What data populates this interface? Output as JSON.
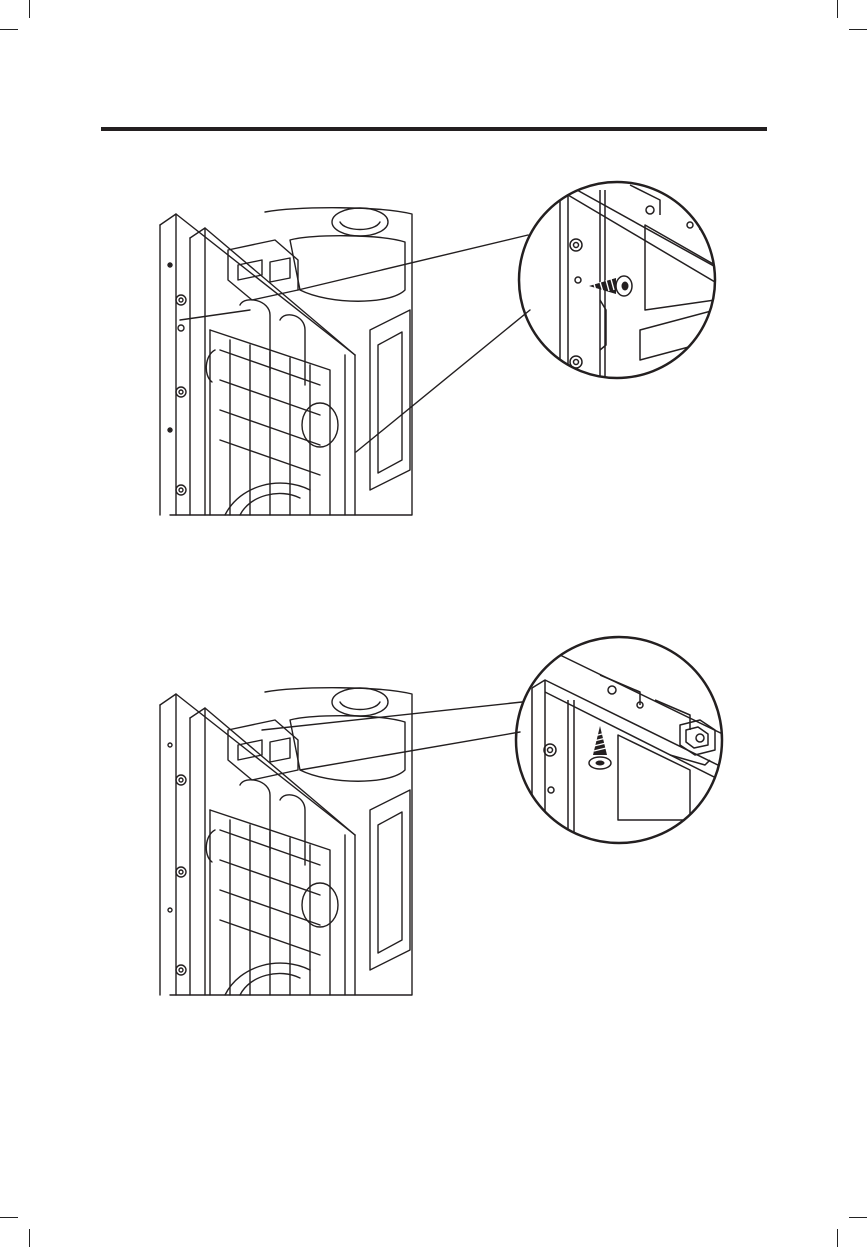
{
  "page": {
    "background": "#ffffff",
    "ink": "#231f20"
  },
  "figures": [
    {
      "id": "fig1",
      "icon": "screw-horizontal-icon",
      "screw_direction": "horizontal"
    },
    {
      "id": "fig2",
      "icon": "screw-vertical-icon",
      "screw_direction": "vertical"
    }
  ]
}
